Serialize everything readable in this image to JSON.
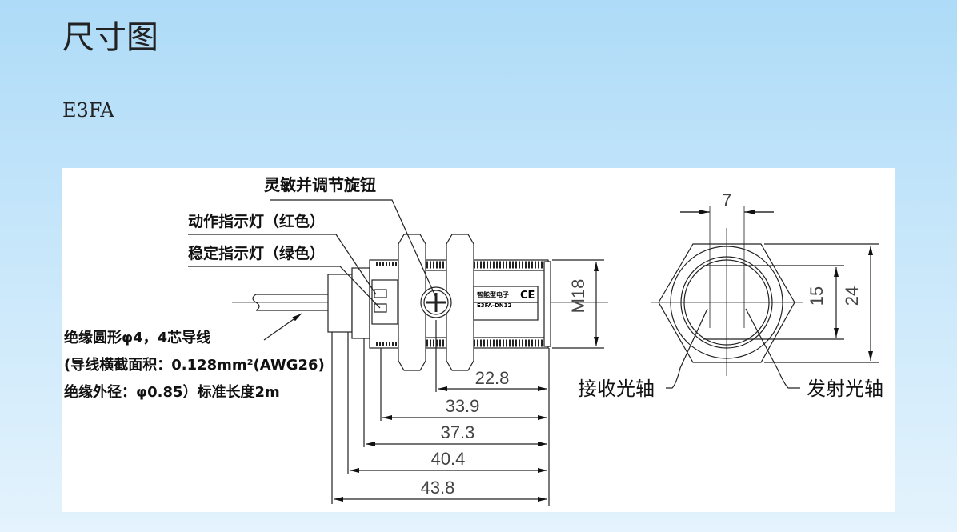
{
  "page": {
    "title": "尺寸图",
    "model": "E3FA"
  },
  "drawing": {
    "callouts": {
      "knob": "灵敏并调节旋钮",
      "action_led": "动作指示灯（红色）",
      "stable_led": "稳定指示灯（绿色）"
    },
    "cable_note": [
      "绝缘圆形φ4，4芯导线",
      "(导线横截面积：0.128mm²(AWG26)",
      "绝缘外径：φ0.85）标准长度2m"
    ],
    "label_plate": {
      "brand": "智能型电子",
      "model": "E3FA-DN12"
    },
    "side_dims": {
      "thread": "M18",
      "d1": "22.8",
      "d2": "33.9",
      "d3": "37.3",
      "d4": "40.4",
      "d5": "43.8"
    },
    "front_dims": {
      "axis_spacing": "7",
      "inner": "15",
      "across_flats": "24"
    },
    "front_labels": {
      "receiver": "接收光轴",
      "emitter": "发射光轴"
    }
  }
}
